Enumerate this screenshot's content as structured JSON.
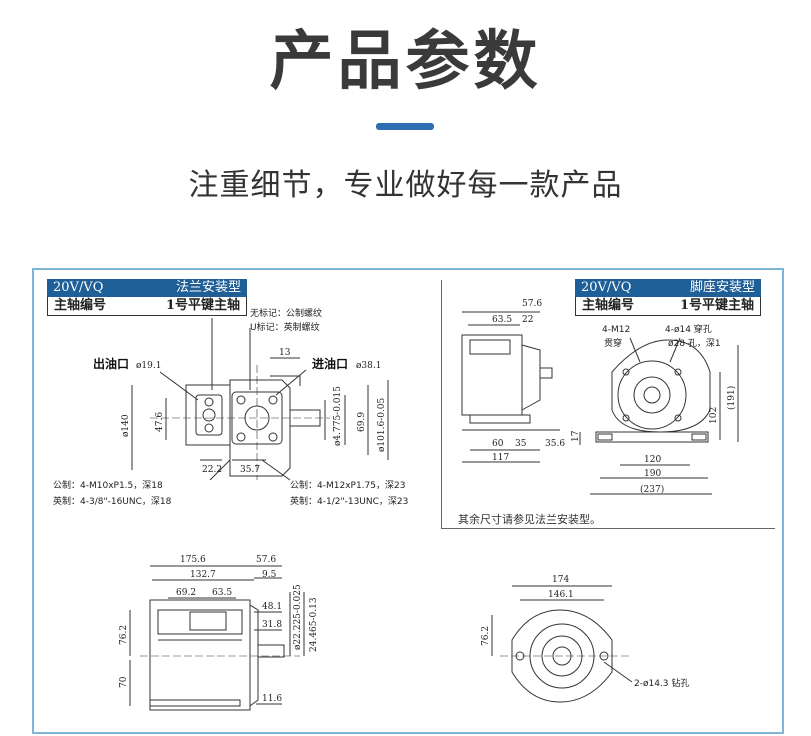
{
  "header": {
    "title": "产品参数",
    "subtitle": "注重细节，专业做好每一款产品",
    "accent_color": "#2e6fb1"
  },
  "flange_panel": {
    "model": "20V/VQ",
    "type": "法兰安装型",
    "shaft_label": "主轴编号",
    "shaft_value": "1号平键主轴",
    "legend_none": "无标记：公制螺纹",
    "legend_u": "U标记：英制螺纹",
    "outlet_label": "出油口",
    "outlet_size": "ø19.1",
    "inlet_label": "进油口",
    "inlet_size": "ø38.1",
    "dims": {
      "d13": "13",
      "d140": "ø140",
      "d47_6": "47.6",
      "d22_2": "22.2",
      "d35_7": "35.7",
      "d4775": "ø4.775-0.015",
      "d69_9": "69.9",
      "d101_6": "ø101.6-0.05"
    },
    "thread_outlet_metric": "公制：4-M10xP1.5，深18",
    "thread_outlet_inch": "英制：4-3/8\"-16UNC，深18",
    "thread_inlet_metric": "公制：4-M12xP1.75，深23",
    "thread_inlet_inch": "英制：4-1/2\"-13UNC，深23"
  },
  "foot_panel": {
    "model": "20V/VQ",
    "type": "脚座安装型",
    "shaft_label": "主轴编号",
    "shaft_value": "1号平键主轴",
    "dims": {
      "d57_6": "57.6",
      "d63_5": "63.5",
      "d22": "22",
      "d60": "60",
      "d35": "35",
      "d35_6": "35.6",
      "d117": "117",
      "d17": "17",
      "m12": "4-M12",
      "through": "贯穿",
      "holes": "4-ø14 穿孔",
      "counterbore": "ø28 孔，深1",
      "d120": "120",
      "d190": "190",
      "d237": "(237)",
      "d102": "102",
      "d191": "(191)"
    },
    "note": "其余尺寸请参见法兰安装型。"
  },
  "bottom_side": {
    "d175_6": "175.6",
    "d57_6": "57.6",
    "d132_7": "132.7",
    "d9_5": "9.5",
    "d69_2": "69.2",
    "d63_5": "63.5",
    "d48_1": "48.1",
    "d31_8": "31.8",
    "d76_2": "76.2",
    "d70": "70",
    "d11_6": "11.6",
    "d22_225": "ø22.225-0.025",
    "d24_465": "24.465-0.13"
  },
  "bottom_front": {
    "d174": "174",
    "d146_1": "146.1",
    "d76_2": "76.2",
    "holes": "2-ø14.3 钻孔"
  }
}
